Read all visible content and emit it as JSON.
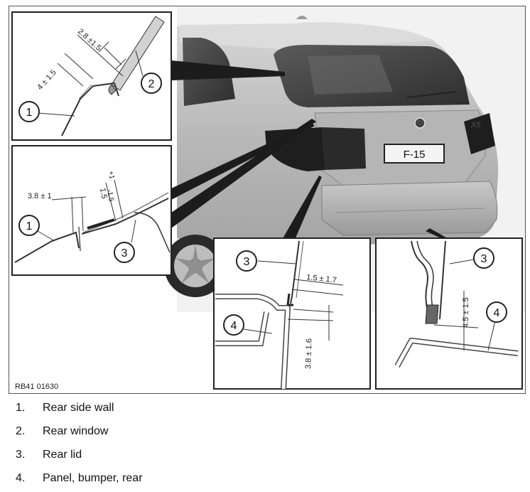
{
  "diagram": {
    "figure_code": "RB41 01630",
    "license_plate": "F-15",
    "model_badge": "X5",
    "callouts": {
      "c1": "1",
      "c2": "2",
      "c3": "3",
      "c4": "4"
    },
    "dimensions": {
      "d_top_a": "2.8 ±1.5",
      "d_top_b": "4 ± 1.5",
      "d_mid_a": "3.8 ± 1",
      "d_mid_b": "1.5",
      "d_mid_c": "-1.5",
      "d_mid_d": "+1",
      "d_bl_a": "1.5 ± 1.7",
      "d_bl_b": "3.8 ± 1.6",
      "d_br_a": "4.5 ± 1.5"
    }
  },
  "legend": [
    {
      "number": "1.",
      "label": "Rear side wall"
    },
    {
      "number": "2.",
      "label": "Rear window"
    },
    {
      "number": "3.",
      "label": "Rear lid"
    },
    {
      "number": "4.",
      "label": "Panel, bumper, rear"
    }
  ]
}
